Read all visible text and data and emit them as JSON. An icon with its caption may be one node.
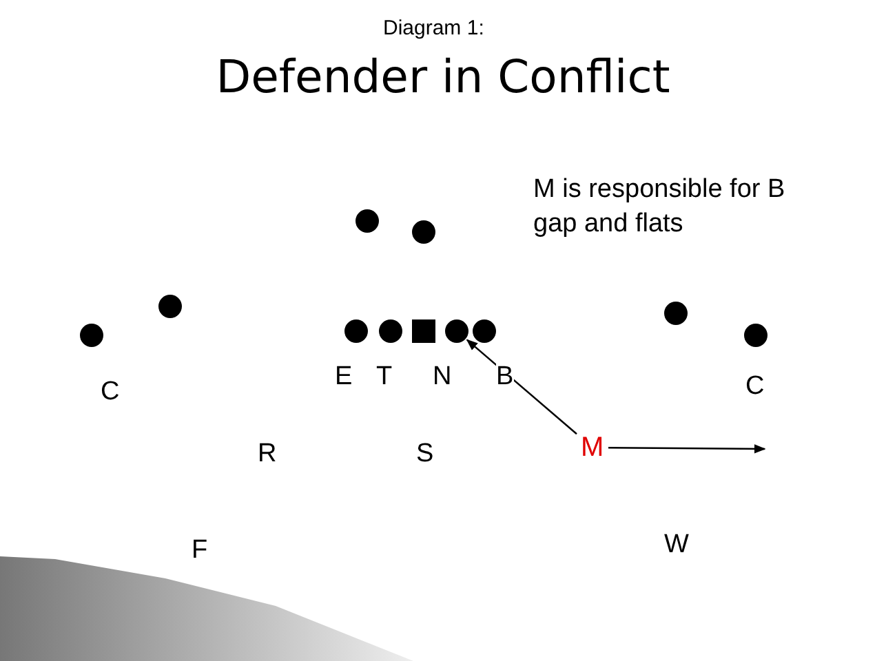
{
  "diagram": {
    "title": "Defender in Conflict",
    "nodes": [
      {
        "text": [],
        "shape": "circle"
      },
      {
        "text": [],
        "shape": "circle"
      },
      {
        "text": [],
        "shape": "circle"
      },
      {
        "text": [],
        "shape": "circle"
      },
      {
        "text": [],
        "shape": "circle"
      },
      {
        "text": [],
        "shape": "box"
      },
      {
        "text": [],
        "shape": "circle"
      },
      {
        "text": [],
        "shape": "circle"
      },
      {
        "text": [],
        "shape": "circle"
      },
      {
        "text": [],
        "shape": "circle"
      },
      {
        "text": [],
        "shape": "circle"
      },
      {
        "text": [
          "M"
        ]
      }
    ],
    "edges": [
      {
        "from": 11,
        "to": 7,
        "arrow": "to"
      },
      {
        "from": 11,
        "to": null,
        "arrow": "to"
      }
    ],
    "labels": [
      "Diagram 1:",
      "M is responsible for B gap and flats",
      "C",
      "E",
      "T",
      "N",
      "B",
      "C",
      "R",
      "S",
      "F",
      "W"
    ]
  }
}
